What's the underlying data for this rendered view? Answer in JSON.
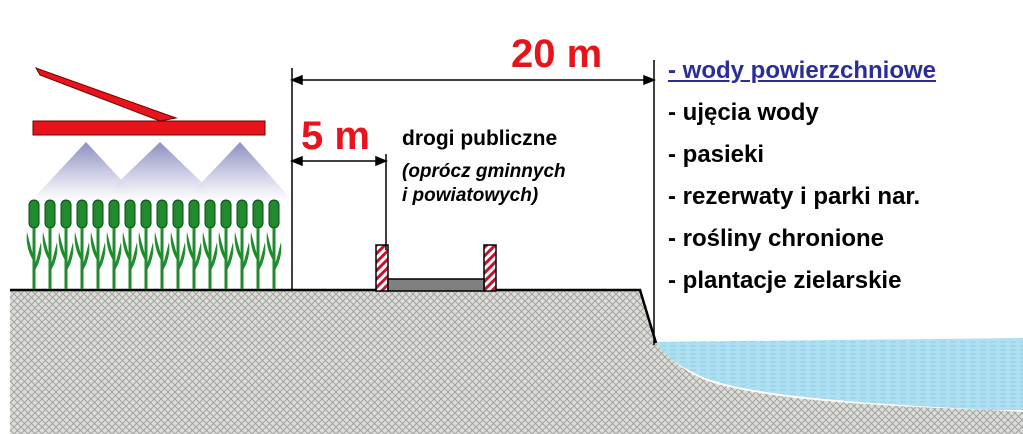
{
  "dimensions": {
    "dist_20": "20 m",
    "dist_5": "5 m"
  },
  "road": {
    "title": "drogi publiczne",
    "note_line1": "(oprócz gminnych",
    "note_line2": "i powiatowych)"
  },
  "legend": [
    "- wody powierzchniowe",
    "- ujęcia wody",
    "- pasieki",
    "- rezerwaty i parki nar.",
    "- rośliny chronione",
    "- plantacje zielarskie"
  ],
  "colors": {
    "dimension_text": "#e8141b",
    "sprayer": "#e8141b",
    "first_legend_item": "#2b2e9a",
    "crop_green": "#1f8a2e",
    "water": "#aee0f2",
    "road_surface": "#808080",
    "road_post_stripes": "#c8102e",
    "ground": "#dcdcd8",
    "spray_mist": "#8c8fc0"
  }
}
